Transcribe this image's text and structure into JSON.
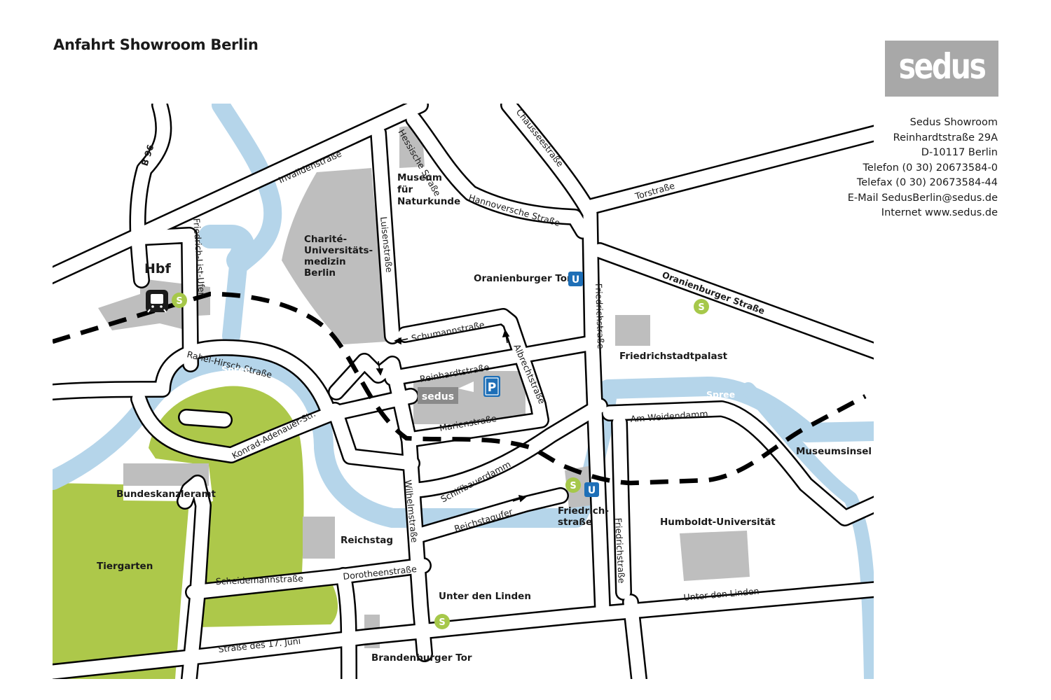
{
  "title": "Anfahrt Showroom Berlin",
  "logo": "sedus",
  "contact": {
    "name": "Sedus Showroom",
    "street": "Reinhardtstraße 29A",
    "city": "D-10117 Berlin",
    "phone": "Telefon (0 30) 20673584-0",
    "fax": "Telefax (0 30) 20673584-44",
    "email": "E-Mail SedusBerlin@sedus.de",
    "web": "Internet www.sedus.de"
  },
  "colors": {
    "road": "#000000",
    "water": "#b5d5ea",
    "park": "#adc84a",
    "building": "#bebebe",
    "sbahn": "#a6c84a",
    "ubahn": "#1e6fb7",
    "rail": "#000000"
  },
  "streets": {
    "invaliden": "Invalidenstraße",
    "hessische": "Hessische Straße",
    "chaussee": "Chausseestraße",
    "hannoversche": "Hannoversche Straße",
    "tor": "Torstraße",
    "luisen": "Luisenstraße",
    "friedrich_list": "Friedrich-List-Ufer",
    "oranienburger": "Oranienburger Straße",
    "schumann": "Schumannstraße",
    "reinhardt": "Reinhardtstraße",
    "albrecht": "Albrechtstraße",
    "marien": "Marienstraße",
    "rahel_hirsch": "Rahel-Hirsch-Straße",
    "konrad_adenauer": "Konrad-Adenauer-Str.",
    "schiffbauerdamm": "Schiffbauerdamm",
    "reichstagufer": "Reichstagufer",
    "wilhelm": "Wilhelmstraße",
    "friedrich_upper": "Friedrichstraße",
    "friedrich_lower": "Friedrichstraße",
    "am_weidendamm": "Am Weidendamm",
    "scheidemann": "Scheidemannstraße",
    "dorotheen": "Dorotheenstraße",
    "unter_den_linden_street": "Unter den Linden",
    "juni": "Straße des 17. Juni",
    "b96": "B 96"
  },
  "landmarks": {
    "museum": "Museum\nfür\nNaturkunde",
    "charite": "Charité-\nUniversitäts-\nmedizin\nBerlin",
    "hbf": "Hbf",
    "oranienburger_tor": "Oranienburger Tor",
    "friedrichstadtpalast": "Friedrichstadtpalast",
    "museumsinsel": "Museumsinsel",
    "bundeskanzleramt": "Bundeskanzleramt",
    "tiergarten": "Tiergarten",
    "reichstag": "Reichstag",
    "friedrichstrasse_station": "Friedrich-\nstraße",
    "humboldt": "Humboldt-Universität",
    "unter_den_linden_place": "Unter den Linden",
    "brandenburger_tor": "Brandenburger Tor"
  },
  "rivers": {
    "spree_west": "Spree",
    "spree_east": "Spree"
  },
  "icons": {
    "sbahn": "S",
    "ubahn": "U",
    "parking": "P",
    "sedus_marker": "sedus",
    "train": "train-icon"
  }
}
